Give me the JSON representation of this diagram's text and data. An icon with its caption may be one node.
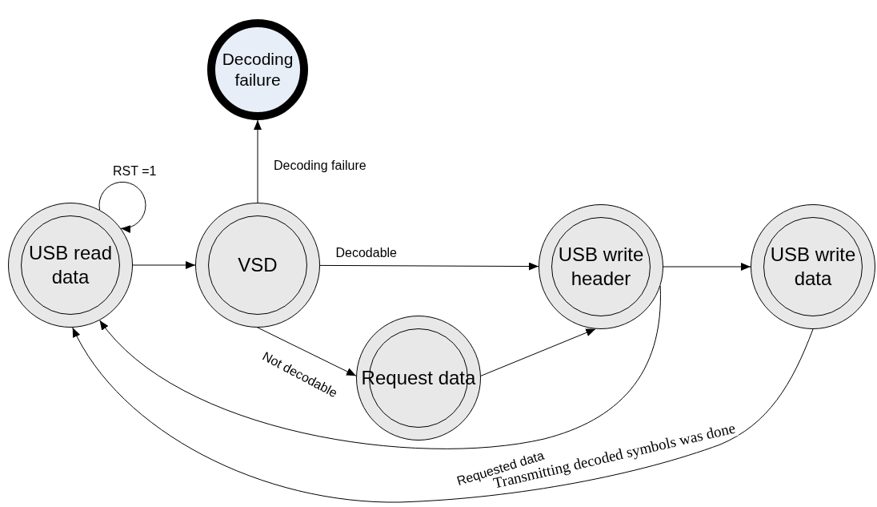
{
  "diagram": {
    "nodes": [
      {
        "text": [
          "Decoding failure"
        ]
      },
      {
        "text": [
          "USB read data"
        ]
      },
      {
        "text": [
          "VSD"
        ]
      },
      {
        "text": [
          "USB write header"
        ]
      },
      {
        "text": [
          "USB write data"
        ]
      },
      {
        "text": [
          "Request data"
        ]
      }
    ],
    "edges": [
      {
        "from": 1,
        "to": 1,
        "arrow": "to",
        "label": "RST =1"
      },
      {
        "from": 1,
        "to": 2,
        "arrow": "to"
      },
      {
        "from": 2,
        "to": 0,
        "arrow": "to",
        "label": "Decoding failure"
      },
      {
        "from": 2,
        "to": 3,
        "arrow": "to",
        "label": "Decodable"
      },
      {
        "from": 2,
        "to": 5,
        "arrow": "to",
        "label": "Not decodable"
      },
      {
        "from": 5,
        "to": 3,
        "arrow": "to"
      },
      {
        "from": 3,
        "to": 4,
        "arrow": "to"
      },
      {
        "from": 3,
        "to": 1,
        "arrow": "to",
        "label": "Requested data"
      },
      {
        "from": 4,
        "to": 1,
        "arrow": "to",
        "label": "Transmitting decoded symbols was done"
      }
    ]
  }
}
